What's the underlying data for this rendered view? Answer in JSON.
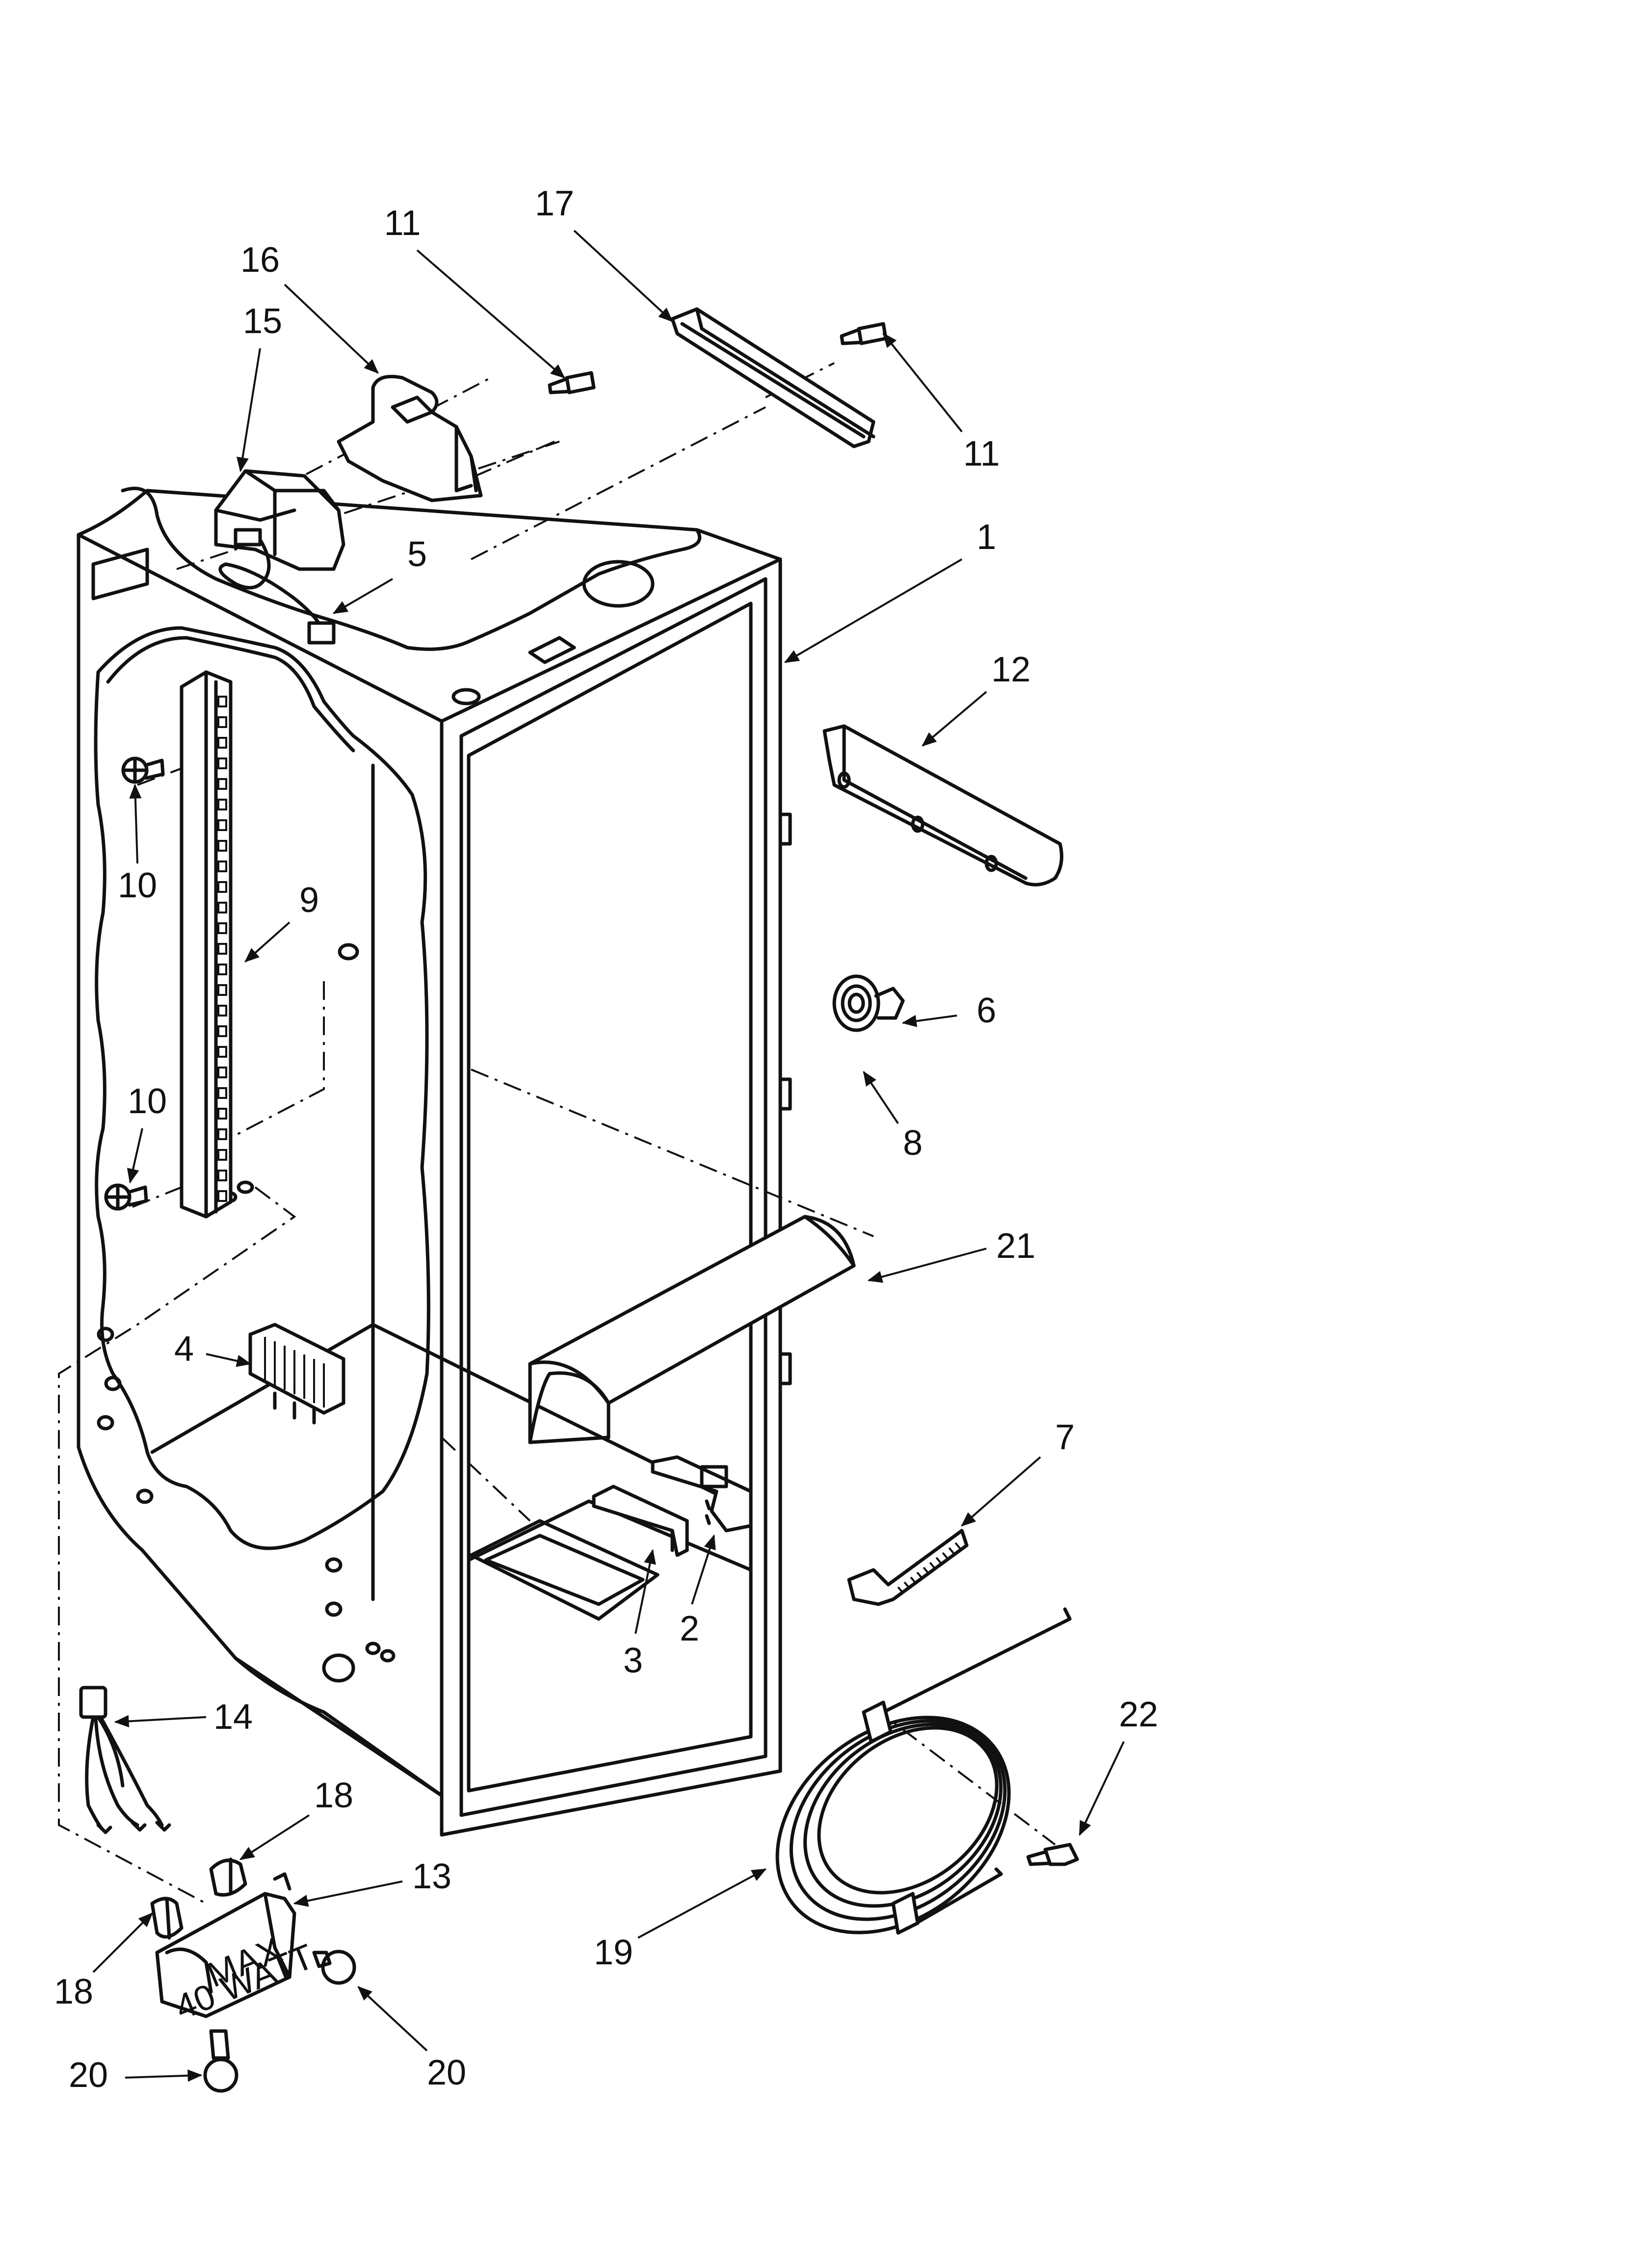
{
  "callouts": [
    {
      "id": "c17",
      "label": "17"
    },
    {
      "id": "c11a",
      "label": "11"
    },
    {
      "id": "c16",
      "label": "16"
    },
    {
      "id": "c15",
      "label": "15"
    },
    {
      "id": "c11b",
      "label": "11"
    },
    {
      "id": "c1",
      "label": "1"
    },
    {
      "id": "c5",
      "label": "5"
    },
    {
      "id": "c12",
      "label": "12"
    },
    {
      "id": "c10a",
      "label": "10"
    },
    {
      "id": "c9",
      "label": "9"
    },
    {
      "id": "c6",
      "label": "6"
    },
    {
      "id": "c10b",
      "label": "10"
    },
    {
      "id": "c8",
      "label": "8"
    },
    {
      "id": "c21",
      "label": "21"
    },
    {
      "id": "c4",
      "label": "4"
    },
    {
      "id": "c7",
      "label": "7"
    },
    {
      "id": "c3",
      "label": "3"
    },
    {
      "id": "c2",
      "label": "2"
    },
    {
      "id": "c14",
      "label": "14"
    },
    {
      "id": "c22",
      "label": "22"
    },
    {
      "id": "c18a",
      "label": "18"
    },
    {
      "id": "c13",
      "label": "13"
    },
    {
      "id": "c18b",
      "label": "18"
    },
    {
      "id": "c19",
      "label": "19"
    },
    {
      "id": "c20a",
      "label": "20"
    },
    {
      "id": "c20b",
      "label": "20"
    }
  ],
  "bulb_cover_text": [
    "MAX",
    "40 WATT"
  ]
}
